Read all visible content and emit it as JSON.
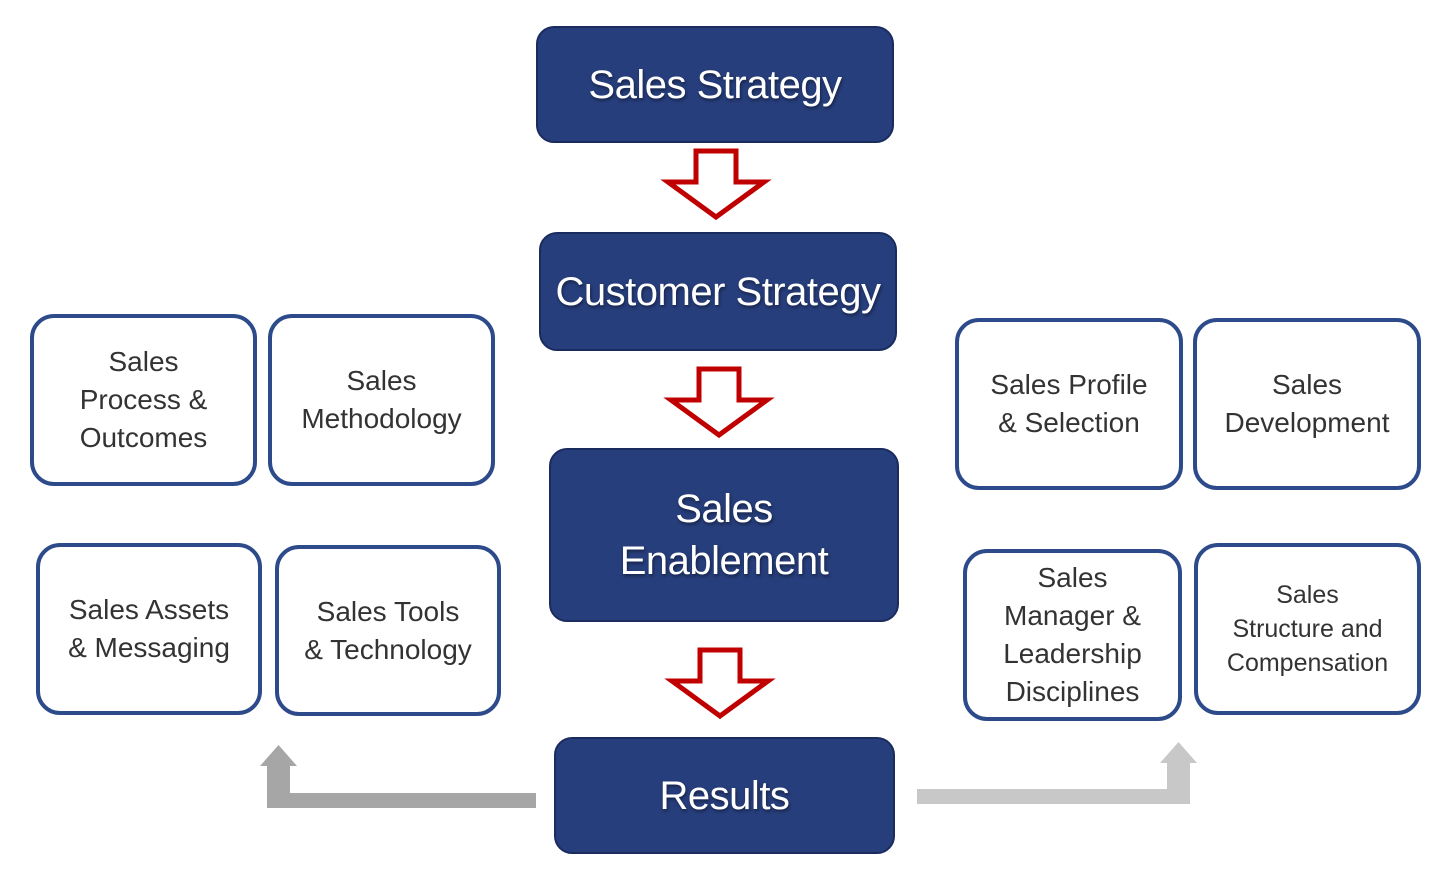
{
  "colors": {
    "main_fill": "#273e7c",
    "side_border": "#2d4a8a",
    "down_arrow": "#c00000",
    "feedback_left": "#a6a6a6",
    "feedback_right": "#c8c8c8"
  },
  "flow": {
    "sales_strategy": "Sales Strategy",
    "customer_strategy": "Customer Strategy",
    "sales_enablement": "Sales\nEnablement",
    "results": "Results"
  },
  "left_boxes": {
    "process": "Sales\nProcess &\nOutcomes",
    "methodology": "Sales\nMethodology",
    "assets": "Sales Assets\n& Messaging",
    "tools": "Sales Tools\n& Technology"
  },
  "right_boxes": {
    "profile": "Sales Profile\n& Selection",
    "development": "Sales\nDevelopment",
    "manager": "Sales\nManager &\nLeadership\nDisciplines",
    "structure": "Sales\nStructure and\nCompensation"
  }
}
